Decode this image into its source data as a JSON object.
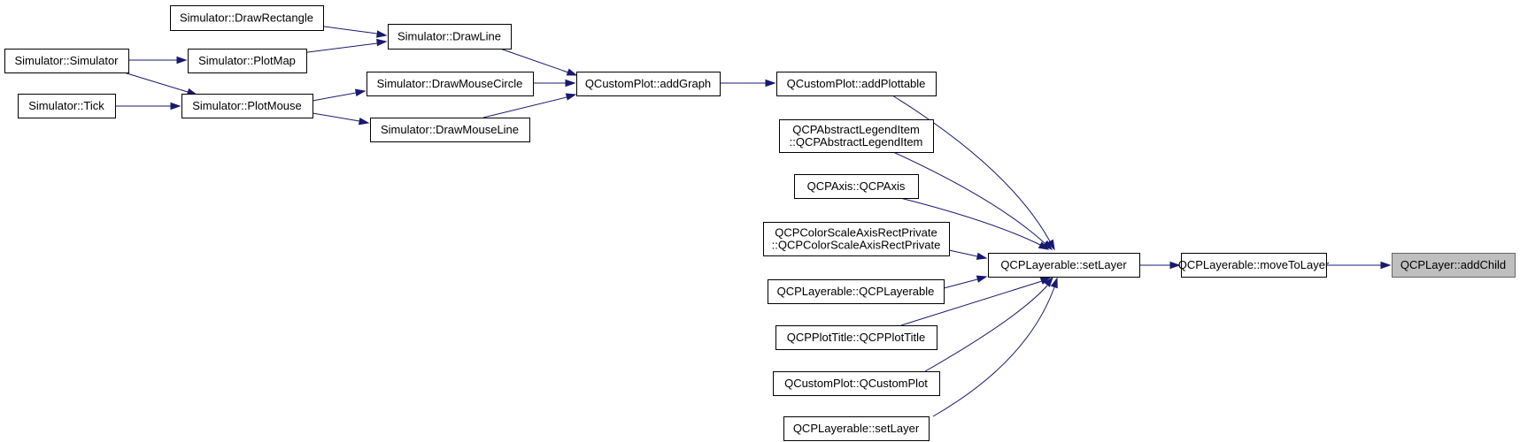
{
  "diagram": {
    "type": "call-graph",
    "colors": {
      "edge": "#191970",
      "node_border": "#000000",
      "node_fill": "#ffffff",
      "highlight_fill": "#bfbfbf",
      "highlight_border": "#666666"
    },
    "nodes": [
      {
        "id": "draw_rectangle",
        "label": [
          "Simulator::DrawRectangle"
        ]
      },
      {
        "id": "draw_line",
        "label": [
          "Simulator::DrawLine"
        ]
      },
      {
        "id": "simulator_ctor",
        "label": [
          "Simulator::Simulator"
        ]
      },
      {
        "id": "plot_map",
        "label": [
          "Simulator::PlotMap"
        ]
      },
      {
        "id": "draw_mouse_circle",
        "label": [
          "Simulator::DrawMouseCircle"
        ]
      },
      {
        "id": "tick",
        "label": [
          "Simulator::Tick"
        ]
      },
      {
        "id": "plot_mouse",
        "label": [
          "Simulator::PlotMouse"
        ]
      },
      {
        "id": "draw_mouse_line",
        "label": [
          "Simulator::DrawMouseLine"
        ]
      },
      {
        "id": "add_graph",
        "label": [
          "QCustomPlot::addGraph"
        ]
      },
      {
        "id": "add_plottable",
        "label": [
          "QCustomPlot::addPlottable"
        ]
      },
      {
        "id": "legend_item_ctor",
        "label": [
          "QCPAbstractLegendItem",
          "::QCPAbstractLegendItem"
        ]
      },
      {
        "id": "axis_ctor",
        "label": [
          "QCPAxis::QCPAxis"
        ]
      },
      {
        "id": "colorscale_ctor",
        "label": [
          "QCPColorScaleAxisRectPrivate",
          "::QCPColorScaleAxisRectPrivate"
        ]
      },
      {
        "id": "layerable_ctor",
        "label": [
          "QCPLayerable::QCPLayerable"
        ]
      },
      {
        "id": "plottitle_ctor",
        "label": [
          "QCPPlotTitle::QCPPlotTitle"
        ]
      },
      {
        "id": "customplot_ctor",
        "label": [
          "QCustomPlot::QCustomPlot"
        ]
      },
      {
        "id": "set_layer_b",
        "label": [
          "QCPLayerable::setLayer"
        ]
      },
      {
        "id": "set_layer",
        "label": [
          "QCPLayerable::setLayer"
        ]
      },
      {
        "id": "move_to_layer",
        "label": [
          "QCPLayerable::moveToLayer"
        ]
      },
      {
        "id": "add_child",
        "label": [
          "QCPLayer::addChild"
        ],
        "highlight": true
      }
    ],
    "edges": [
      {
        "from": "draw_rectangle",
        "to": "draw_line"
      },
      {
        "from": "plot_map",
        "to": "draw_line"
      },
      {
        "from": "simulator_ctor",
        "to": "plot_map"
      },
      {
        "from": "simulator_ctor",
        "to": "plot_mouse"
      },
      {
        "from": "tick",
        "to": "plot_mouse"
      },
      {
        "from": "plot_mouse",
        "to": "draw_mouse_circle"
      },
      {
        "from": "plot_mouse",
        "to": "draw_mouse_line"
      },
      {
        "from": "draw_line",
        "to": "add_graph"
      },
      {
        "from": "draw_mouse_circle",
        "to": "add_graph"
      },
      {
        "from": "draw_mouse_line",
        "to": "add_graph"
      },
      {
        "from": "add_graph",
        "to": "add_plottable"
      },
      {
        "from": "add_plottable",
        "to": "set_layer"
      },
      {
        "from": "legend_item_ctor",
        "to": "set_layer"
      },
      {
        "from": "axis_ctor",
        "to": "set_layer"
      },
      {
        "from": "colorscale_ctor",
        "to": "set_layer"
      },
      {
        "from": "layerable_ctor",
        "to": "set_layer"
      },
      {
        "from": "plottitle_ctor",
        "to": "set_layer"
      },
      {
        "from": "customplot_ctor",
        "to": "set_layer"
      },
      {
        "from": "set_layer_b",
        "to": "set_layer"
      },
      {
        "from": "set_layer",
        "to": "move_to_layer"
      },
      {
        "from": "move_to_layer",
        "to": "add_child"
      }
    ]
  }
}
